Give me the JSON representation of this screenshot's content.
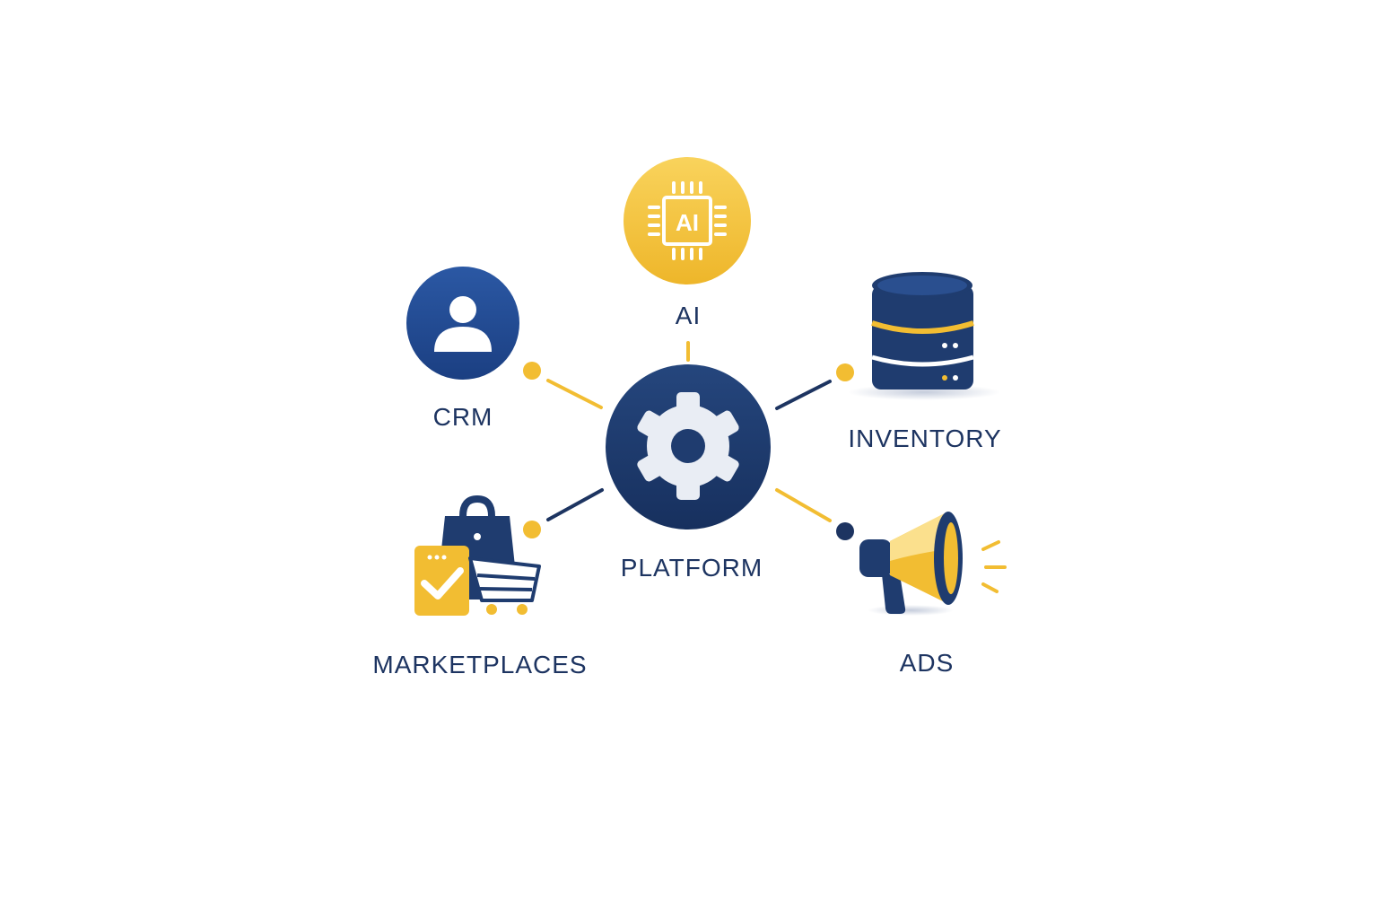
{
  "colors": {
    "navy": "#1d3461",
    "navy_light": "#24509a",
    "gold": "#f2bd32",
    "gold_light": "#f9d35c",
    "background": "#ffffff"
  },
  "hub": {
    "label": "PLATFORM",
    "icon": "gear-icon"
  },
  "nodes": [
    {
      "id": "ai",
      "label": "AI",
      "icon": "ai-chip-icon",
      "connector_color": "gold"
    },
    {
      "id": "crm",
      "label": "CRM",
      "icon": "user-icon",
      "connector_color": "gold"
    },
    {
      "id": "inventory",
      "label": "INVENTORY",
      "icon": "database-icon",
      "connector_color": "navy"
    },
    {
      "id": "marketplaces",
      "label": "MARKETPLACES",
      "icon": "shopping-icon",
      "connector_color": "navy"
    },
    {
      "id": "ads",
      "label": "ADS",
      "icon": "megaphone-icon",
      "connector_color": "gold"
    }
  ],
  "icon_text": {
    "ai_chip": "AI"
  }
}
